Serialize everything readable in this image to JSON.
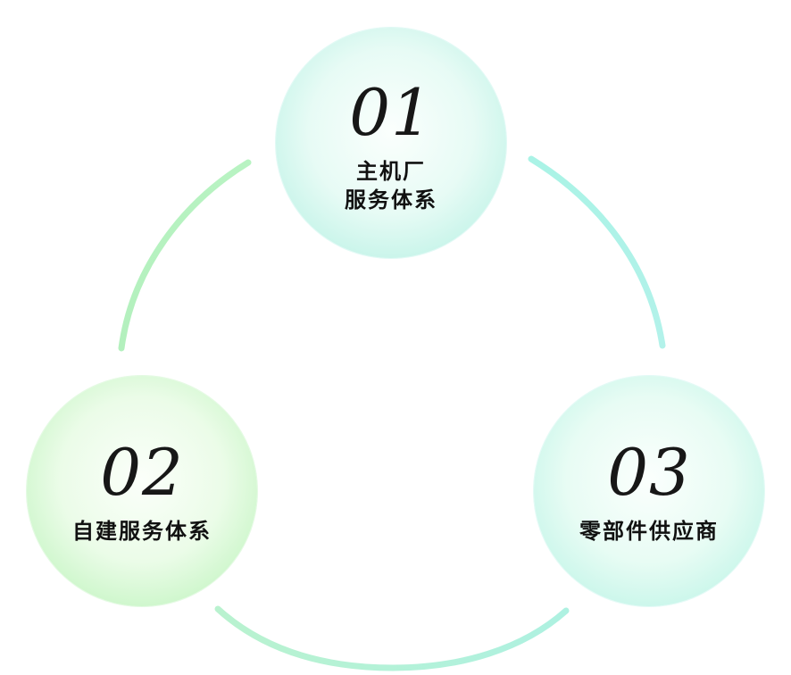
{
  "diagram": {
    "nodes": [
      {
        "number": "01",
        "label_lines": [
          "主机厂",
          "服务体系"
        ]
      },
      {
        "number": "02",
        "label_lines": [
          "自建服务体系"
        ]
      },
      {
        "number": "03",
        "label_lines": [
          "零部件供应商"
        ]
      }
    ],
    "colors": {
      "arc_green": "#b3f0bd",
      "arc_mint": "#aaf3e6",
      "number_text": "#171717",
      "label_text": "#111111"
    }
  }
}
